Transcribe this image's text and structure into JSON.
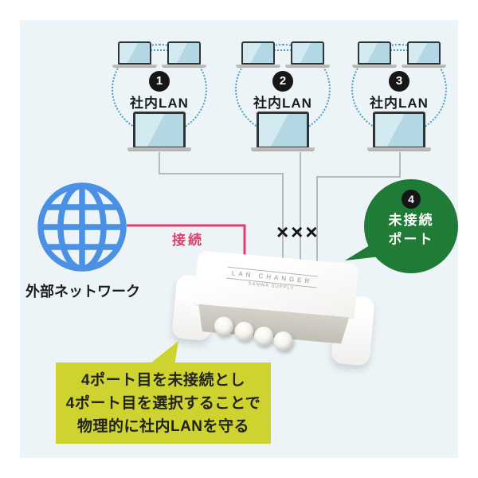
{
  "colors": {
    "page_background": "#ffffff",
    "panel_background": "#edf4f7",
    "globe_blue": "#4a90e4",
    "dotted_circle_blue": "#4d9ec6",
    "wire_gray": "#b9b9b9",
    "connection_pink": "#e63c6b",
    "bubble_green": "#1f7b35",
    "callout_yellow": "#ced32f",
    "badge_black": "#161616",
    "laptop_screen_blue": "#b3d8e4"
  },
  "lan_groups": [
    {
      "number": "1",
      "label": "社内LAN"
    },
    {
      "number": "2",
      "label": "社内LAN"
    },
    {
      "number": "3",
      "label": "社内LAN"
    }
  ],
  "external_network": {
    "label": "外部ネットワーク"
  },
  "connection": {
    "label": "接続",
    "disconnect_marks": "×××"
  },
  "port4_bubble": {
    "number": "4",
    "label_line1": "未接続",
    "label_line2": "ポート"
  },
  "device": {
    "brand": "LAN CHANGER",
    "maker": "SANWA SUPPLY"
  },
  "callout": {
    "lines": [
      "4ポート目を未接続とし",
      "4ポート目を選択することで",
      "物理的に社内LANを守る"
    ]
  }
}
